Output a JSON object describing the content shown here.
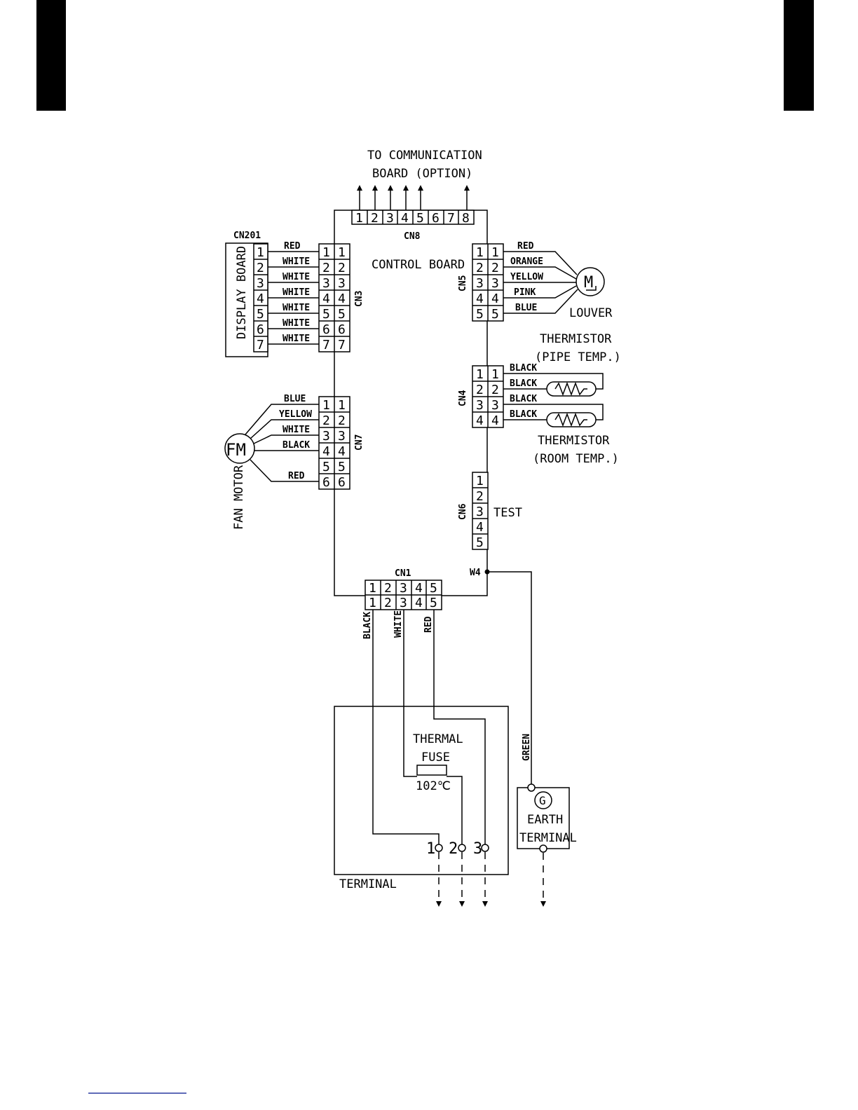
{
  "control_board": "CONTROL BOARD",
  "comm_label_1": "TO COMMUNICATION",
  "comm_label_2": "BOARD (OPTION)",
  "display_board": "DISPLAY BOARD",
  "fan_motor": "FAN MOTOR",
  "fan_motor_symbol": "FM",
  "louver": "LOUVER",
  "louver_motor_symbol": "M",
  "thermistor_pipe_1": "THERMISTOR",
  "thermistor_pipe_2": "(PIPE TEMP.)",
  "thermistor_room_1": "THERMISTOR",
  "thermistor_room_2": "(ROOM TEMP.)",
  "test": "TEST",
  "w4": "W4",
  "thermal_fuse_1": "THERMAL",
  "thermal_fuse_2": "FUSE",
  "fuse_temp": "102℃",
  "terminal": "TERMINAL",
  "earth_1": "EARTH",
  "earth_2": "TERMINAL",
  "earth_symbol": "G",
  "terminal_numbers": [
    "1",
    "2",
    "3"
  ],
  "connectors": {
    "cn8": {
      "name": "CN8",
      "pins": [
        "1",
        "2",
        "3",
        "4",
        "5",
        "6",
        "7",
        "8"
      ]
    },
    "cn201": {
      "name": "CN201",
      "pins": [
        "1",
        "2",
        "3",
        "4",
        "5",
        "6",
        "7"
      ]
    },
    "cn3": {
      "name": "CN3",
      "pins": [
        "1",
        "2",
        "3",
        "4",
        "5",
        "6",
        "7"
      ]
    },
    "cn7": {
      "name": "CN7",
      "pins": [
        "1",
        "2",
        "3",
        "4",
        "5",
        "6"
      ]
    },
    "cn5": {
      "name": "CN5",
      "pins": [
        "1",
        "2",
        "3",
        "4",
        "5"
      ]
    },
    "cn4": {
      "name": "CN4",
      "pins": [
        "1",
        "2",
        "3",
        "4"
      ]
    },
    "cn6": {
      "name": "CN6",
      "pins": [
        "1",
        "2",
        "3",
        "4",
        "5"
      ]
    },
    "cn1": {
      "name": "CN1",
      "pins": [
        "1",
        "2",
        "3",
        "4",
        "5"
      ]
    }
  },
  "wires": {
    "cn3": [
      "RED",
      "WHITE",
      "WHITE",
      "WHITE",
      "WHITE",
      "WHITE",
      "WHITE"
    ],
    "cn7": [
      "BLUE",
      "YELLOW",
      "WHITE",
      "BLACK",
      "RED"
    ],
    "cn5": [
      "RED",
      "ORANGE",
      "YELLOW",
      "PINK",
      "BLUE"
    ],
    "cn4": [
      "BLACK",
      "BLACK",
      "BLACK",
      "BLACK"
    ],
    "cn1": [
      "BLACK",
      "WHITE",
      "RED"
    ],
    "earth": "GREEN"
  },
  "colors": {
    "ink": "#000000",
    "paper": "#ffffff"
  }
}
